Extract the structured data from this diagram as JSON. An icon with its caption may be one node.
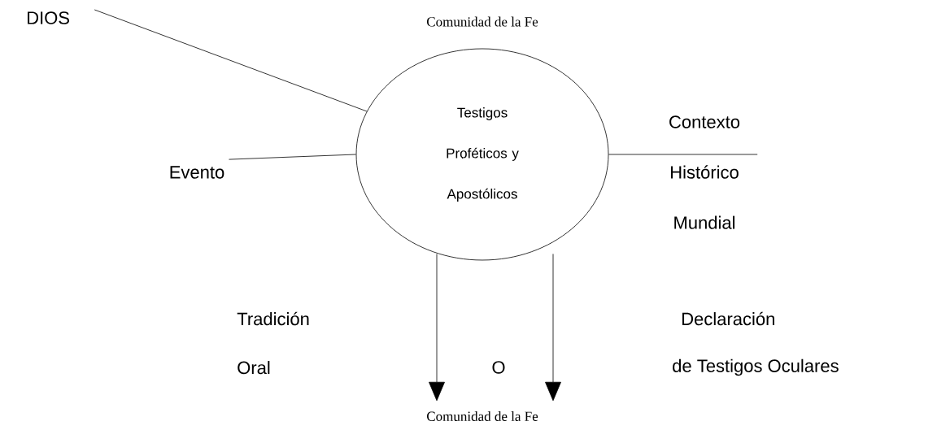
{
  "diagram": {
    "nodes": [
      {
        "text": [
          "DIOS"
        ]
      },
      {
        "text": [
          "Testigos Proféticos y Apostólicos"
        ],
        "beside": [
          "Comunidad de la Fe"
        ]
      },
      {
        "text": [
          "Evento"
        ]
      },
      {
        "text": [
          "Contexto Histórico Mundial"
        ]
      },
      {
        "text": [
          "Comunidad de la Fe"
        ]
      }
    ],
    "edges": [
      {
        "from": 0,
        "to": 1,
        "arrow": "none"
      },
      {
        "from": 2,
        "to": 1,
        "arrow": "none"
      },
      {
        "from": 1,
        "to": 3,
        "arrow": "none"
      },
      {
        "from": 1,
        "to": 4,
        "arrow": "to"
      },
      {
        "from": 1,
        "to": 4,
        "arrow": "to"
      }
    ],
    "labels": [
      "Tradición Oral",
      "O",
      "Declaración",
      "de Testigos Oculares"
    ]
  }
}
